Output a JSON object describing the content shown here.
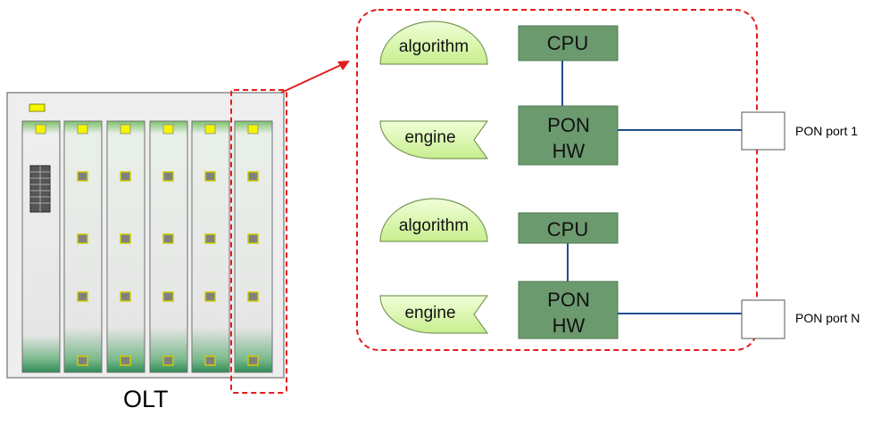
{
  "olt": {
    "label": "OLT"
  },
  "blocks": [
    {
      "algorithm": "algorithm",
      "engine": "engine",
      "cpu": "CPU",
      "pon_hw_line1": "PON",
      "pon_hw_line2": "HW",
      "port": "PON port 1"
    },
    {
      "algorithm": "algorithm",
      "engine": "engine",
      "cpu": "CPU",
      "pon_hw_line1": "PON",
      "pon_hw_line2": "HW",
      "port": "PON port N"
    }
  ],
  "colors": {
    "board_green": "#2e8b57",
    "pon_box": "#6b9a6e",
    "leaf_fill": "#d9f5a8",
    "indicator_yellow": "#f5f500",
    "highlight_red": "#e31c1c",
    "link_blue": "#1f4e8c"
  }
}
